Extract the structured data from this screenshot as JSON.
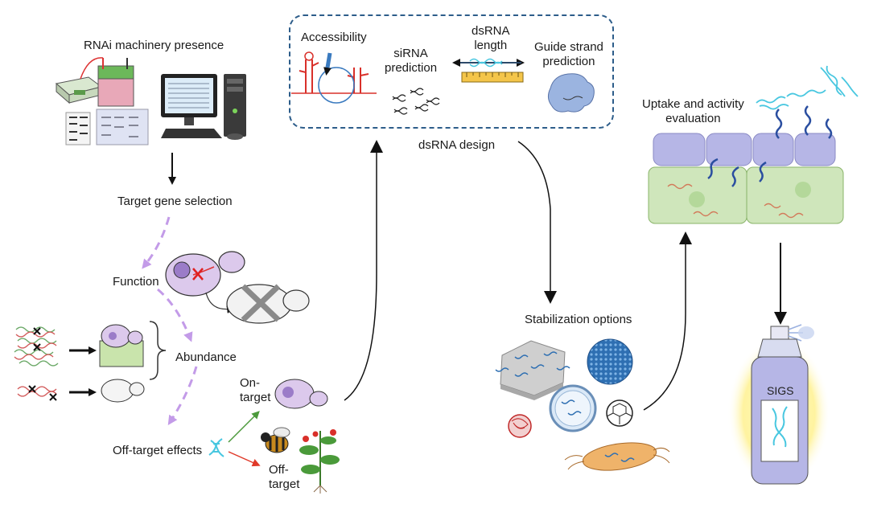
{
  "labels": {
    "rnai_machinery": "RNAi machinery presence",
    "target_gene_selection": "Target gene selection",
    "function": "Function",
    "abundance": "Abundance",
    "off_target_effects": "Off-target effects",
    "on_target": "On-\ntarget",
    "off_target": "Off-\ntarget",
    "accessibility": "Accessibility",
    "sirna_prediction": "siRNA\nprediction",
    "dsrna_length": "dsRNA\nlength",
    "guide_strand_prediction": "Guide strand\nprediction",
    "dsrna_design": "dsRNA design",
    "stabilization_options": "Stabilization options",
    "uptake_activity": "Uptake and activity\nevaluation",
    "sigs": "SIGS"
  },
  "colors": {
    "box_border": "#2d5d8a",
    "dashed_arrow": "#c39be8",
    "arrow": "#111111",
    "dna_cyan": "#48c7e0",
    "plant_green": "#cfe6bb",
    "fungal_purple": "#b6b6e6",
    "on_target_arrow": "#4c9a3c",
    "off_target_arrow": "#e03a2a",
    "sigs_glow": "#fff6b0"
  },
  "icons": [
    "sequencer-icon",
    "gel-icon",
    "computer-icon",
    "yeast-cell-icon",
    "dna-icon",
    "bee-icon",
    "plant-icon",
    "ruler-icon",
    "protein-icon",
    "nanoparticle-icon",
    "bacterium-icon",
    "spray-bottle-icon"
  ]
}
